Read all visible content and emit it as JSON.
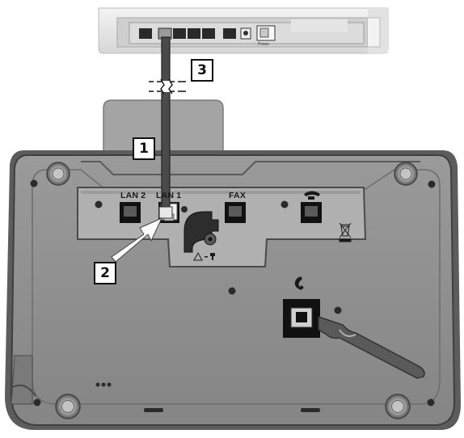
{
  "callouts": {
    "c1": "1",
    "c2": "2",
    "c3": "3"
  },
  "ports": {
    "lan2": "LAN 2",
    "lan1": "LAN 1",
    "fax": "FAX"
  },
  "router": {
    "power_label": "Power"
  },
  "icons": {
    "handset": "handset-icon",
    "phone_line": "telephone-line-icon",
    "power_warning": "power-supply-warning-icon",
    "weee": "crossed-out-wheelie-bin-icon"
  },
  "colors": {
    "base_plastic": "#8e8e8e",
    "base_edge": "#3a3a3a",
    "recess": "#b3b3b3",
    "router_body": "#eaeaea",
    "cable": "#4a4a4a",
    "arrow": "#ffffff"
  }
}
